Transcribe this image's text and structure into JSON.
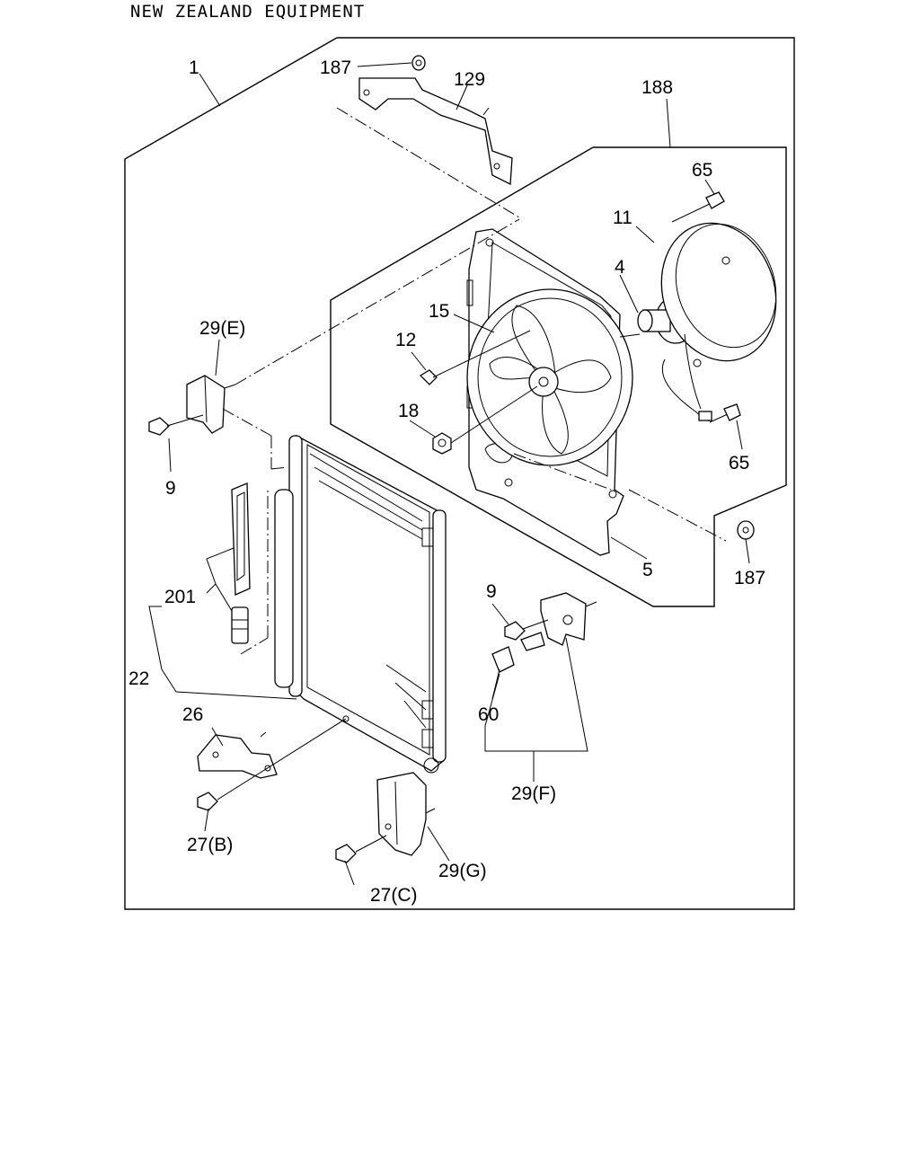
{
  "header": {
    "title": "NEW ZEALAND EQUIPMENT"
  },
  "callouts": {
    "c1": "1",
    "c187a": "187",
    "c129": "129",
    "c188": "188",
    "c65a": "65",
    "c11": "11",
    "c4": "4",
    "c15": "15",
    "c12": "12",
    "c29e": "29(E)",
    "c18": "18",
    "c9a": "9",
    "c65b": "65",
    "c5": "5",
    "c187b": "187",
    "c201": "201",
    "c9b": "9",
    "c22": "22",
    "c60": "60",
    "c26": "26",
    "c29f": "29(F)",
    "c27b": "27(B)",
    "c29g": "29(G)",
    "c27c": "27(C)"
  }
}
